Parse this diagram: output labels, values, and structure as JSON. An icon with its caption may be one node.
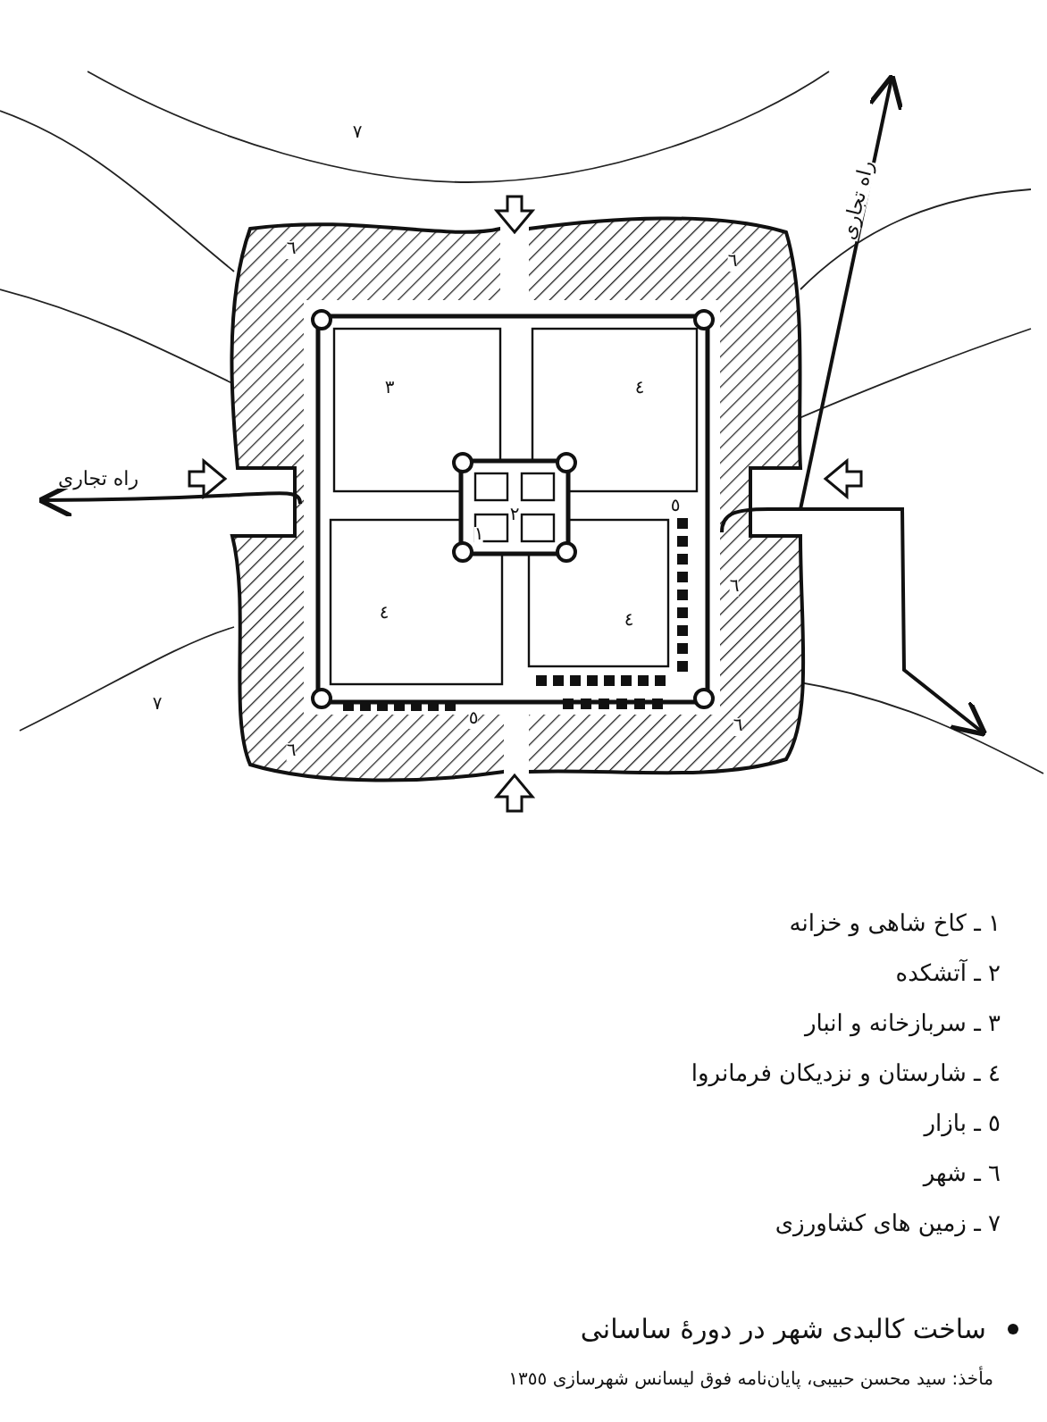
{
  "diagram": {
    "caption": "ساخت کالبدی شهر در دورهٔ ساسانی",
    "labels": [
      "٧",
      "راه تجاری",
      "٦",
      "٦",
      "٣",
      "٤",
      "راه تجاری",
      "٢",
      "٥",
      "١",
      "٦",
      "٤",
      "٤",
      "٧",
      "٥",
      "٦",
      "٦",
      "١ ـ کاخ شاهی و خزانه",
      "٢ ـ آتشکده",
      "٣ ـ سربازخانه و انبار",
      "٤ ـ شارستان و نزدیکان فرمانروا",
      "٥ ـ بازار",
      "٦ ـ شهر",
      "٧ ـ زمین های کشاورزی",
      "مأخذ: سید محسن حبیبی، پایان‌نامه فوق لیسانس شهرسازی ١٣٥٥"
    ]
  }
}
